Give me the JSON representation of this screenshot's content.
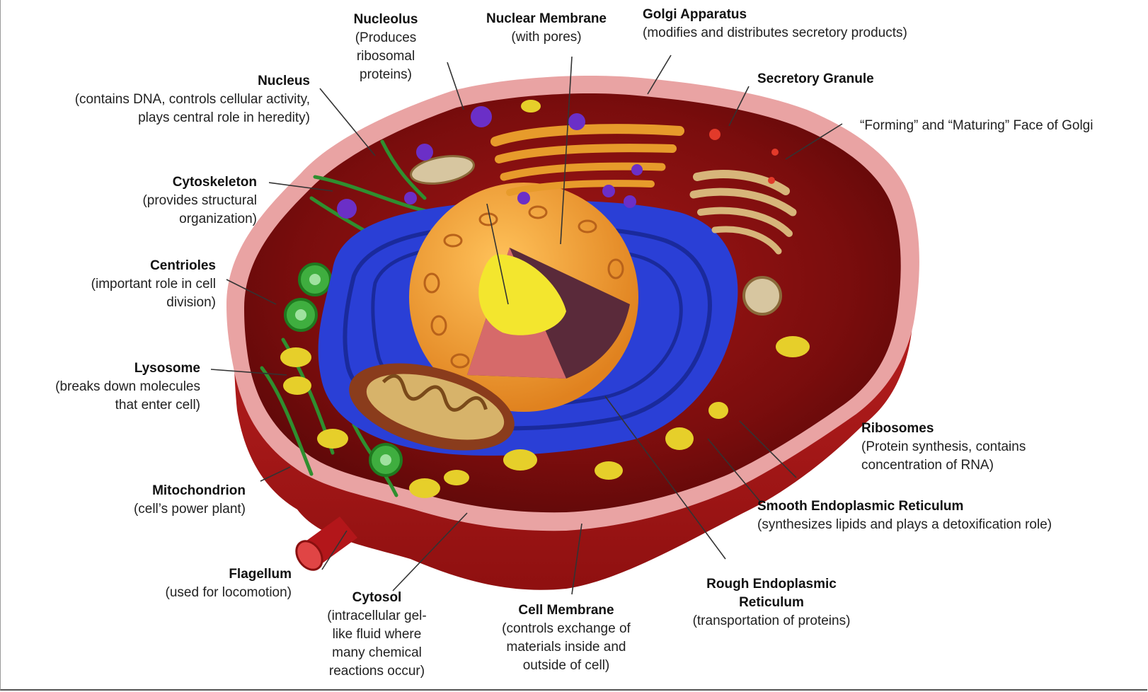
{
  "labels": {
    "nucleolus": {
      "title": "Nucleolus",
      "lines": [
        "(Produces",
        "ribosomal",
        "proteins)"
      ]
    },
    "nuclear_membrane": {
      "title": "Nuclear Membrane",
      "lines": [
        "(with pores)"
      ]
    },
    "golgi": {
      "title": "Golgi Apparatus",
      "lines": [
        "(modifies and distributes secretory products)"
      ]
    },
    "secretory": {
      "title": "Secretory Granule",
      "lines": []
    },
    "forming": {
      "title": "",
      "lines": [
        "“Forming” and “Maturing” Face of Golgi"
      ]
    },
    "nucleus": {
      "title": "Nucleus",
      "lines": [
        "(contains DNA, controls cellular activity,",
        "plays central role in heredity)"
      ]
    },
    "cytoskeleton": {
      "title": "Cytoskeleton",
      "lines": [
        "(provides structural",
        "organization)"
      ]
    },
    "centrioles": {
      "title": "Centrioles",
      "lines": [
        "(important role in cell",
        "division)"
      ]
    },
    "lysosome": {
      "title": "Lysosome",
      "lines": [
        "(breaks down molecules",
        "that enter cell)"
      ]
    },
    "mitochondrion": {
      "title": "Mitochondrion",
      "lines": [
        "(cell’s power plant)"
      ]
    },
    "flagellum": {
      "title": "Flagellum",
      "lines": [
        "(used for locomotion)"
      ]
    },
    "cytosol": {
      "title": "Cytosol",
      "lines": [
        "(intracellular gel-",
        "like fluid where",
        "many chemical",
        "reactions occur)"
      ]
    },
    "cell_membrane": {
      "title": "Cell Membrane",
      "lines": [
        "(controls exchange of",
        "materials inside and",
        "outside of cell)"
      ]
    },
    "rough_er": {
      "title": "Rough Endoplasmic",
      "lines": [
        "Reticulum",
        "(transportation of proteins)"
      ]
    },
    "smooth_er": {
      "title": "Smooth Endoplasmic Reticulum",
      "lines": [
        "(synthesizes lipids and plays a detoxification role)"
      ]
    },
    "ribosomes": {
      "title": "Ribosomes",
      "lines": [
        "(Protein synthesis, contains",
        "concentration of RNA)"
      ]
    }
  },
  "colors": {
    "cytoplasm": "#7a0d0d",
    "membrane_outer": "#c51f1f",
    "membrane_rim": "#e9a3a3",
    "nucleus": "#f0a03a",
    "nucleolus": "#f3e62e",
    "er": "#2a3fd6",
    "golgi": "#e79b2b",
    "mitochondrion": "#c9a35a",
    "lysosome": "#e6cf2a",
    "vesicle": "#6b2fc7",
    "cytoskeleton": "#2f8f2f"
  }
}
